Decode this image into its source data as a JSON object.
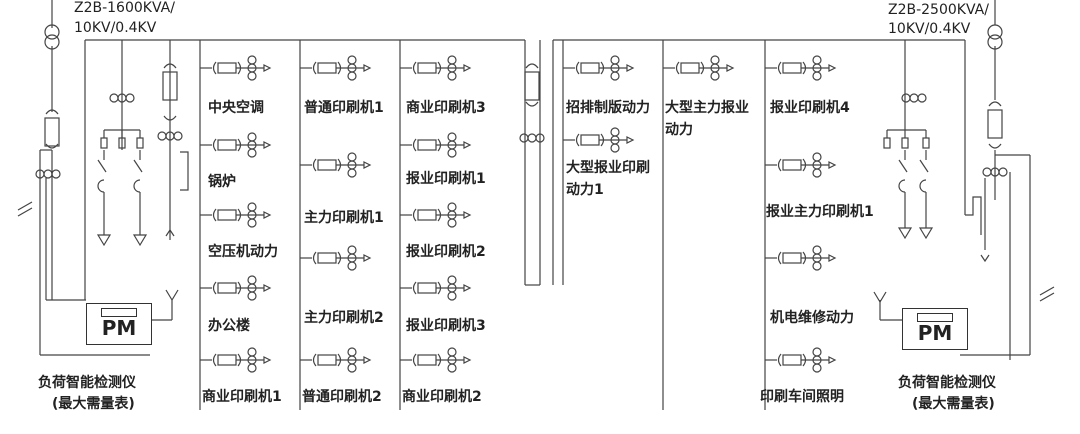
{
  "transformers": [
    {
      "model": "Z2B-1600KVA/",
      "voltage": "10KV/0.4KV"
    },
    {
      "model": "Z2B-2500KVA/",
      "voltage": "10KV/0.4KV"
    }
  ],
  "meters": [
    {
      "display": "PM",
      "name": "负荷智能检测仪",
      "note": "(最大需量表)"
    },
    {
      "display": "PM",
      "name": "负荷智能检测仪",
      "note": "(最大需量表)"
    }
  ],
  "columns": [
    {
      "feeders": [
        "中央空调",
        "锅炉",
        "空压机动力",
        "办公楼",
        "商业印刷机1"
      ]
    },
    {
      "feeders": [
        "普通印刷机1",
        "主力印刷机1",
        "主力印刷机2",
        "普通印刷机2"
      ]
    },
    {
      "feeders": [
        "商业印刷机3",
        "报业印刷机1",
        "报业印刷机2",
        "报业印刷机3",
        "商业印刷机2"
      ]
    },
    {
      "feeders": [
        "招排制版动力",
        "大型报业印刷",
        "动力1"
      ]
    },
    {
      "feeders": [
        "大型主力报业",
        "动力"
      ]
    },
    {
      "feeders": [
        "报业印刷机4",
        "报业主力印刷机1",
        "机电维修动力",
        "印刷车间照明"
      ]
    }
  ]
}
